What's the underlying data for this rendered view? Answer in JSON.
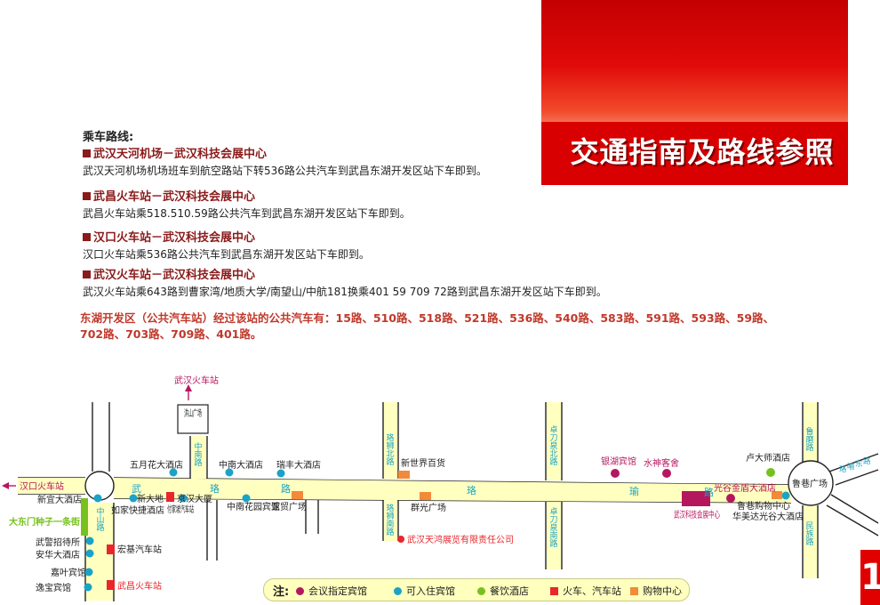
{
  "header": {
    "title": "交通指南及路线参照"
  },
  "routes_heading": "乘车路线:",
  "routes": [
    {
      "title": "武汉天河机场－武汉科技会展中心",
      "desc": "武汉天河机场机场班车到航空路站下转536路公共汽车到武昌东湖开发区站下车即到。"
    },
    {
      "title": "武昌火车站－武汉科技会展中心",
      "desc": "武昌火车站乘518.510.59路公共汽车到武昌东湖开发区站下车即到。"
    },
    {
      "title": "汉口火车站－武汉科技会展中心",
      "desc": "汉口火车站乘536路公共汽车到武昌东湖开发区站下车即到。"
    },
    {
      "title": "武汉火车站－武汉科技会展中心",
      "desc": "武汉火车站乘643路到曹家湾/地质大学/南望山/中航181换乘401 59 709 72路到武昌东湖开发区站下车即到。"
    }
  ],
  "bus_info": "东湖开发区（公共汽车站）经过该站的公共汽车有：15路、510路、518路、521路、536路、540路、583路、591路、593路、59路、702路、703路、709路、401路。",
  "page_number": "1",
  "colors": {
    "accent_red": "#d80000",
    "road_fill": "#ffffc0",
    "venue": "#b5175f",
    "hotel": "#1aa3c6",
    "restaurant": "#77c11e",
    "station": "#e8262b",
    "shopping": "#f28a3a"
  },
  "map": {
    "roads": {
      "main_road": [
        "武",
        "珞",
        "路",
        "珞",
        "瑜",
        "路"
      ],
      "zhongshan_road": [
        "中",
        "山",
        "路"
      ],
      "zhongnan_road": [
        "中",
        "南",
        "路"
      ],
      "luoshi_north": [
        "珞",
        "狮",
        "北",
        "路"
      ],
      "luoshi_south": [
        "珞",
        "狮",
        "南",
        "路"
      ],
      "zhuodaoquan_north": [
        "卓",
        "刀",
        "泉",
        "北",
        "路"
      ],
      "zhuodaoquan_south": [
        "卓",
        "刀",
        "泉",
        "南",
        "路"
      ],
      "luyu_east": [
        "珞",
        "喻",
        "东",
        "路"
      ],
      "lumo_road": [
        "鲁",
        "磨",
        "路"
      ],
      "minzu_road": [
        "民",
        "族",
        "路"
      ]
    },
    "directions": {
      "north": "武汉火车站",
      "west": "汉口火车站"
    },
    "places": {
      "hongshan_square": "洪山广场",
      "wuhan_venue": "武汉科技会展中心",
      "lugang_square": "鲁巷广场",
      "wuyuehua": "五月花大酒店",
      "zhongnan_hotel": "中南大酒店",
      "ruifeng": "瑞丰大酒店",
      "xinshijie": "新世界百货",
      "yinhu": "银湖宾馆",
      "shuishen": "水神客舍",
      "luda": "卢大师酒店",
      "guanggu_jindun": "光谷金盾大酒店",
      "lugang_mall": "鲁巷购物中心",
      "huameida": "华美达光谷大酒店",
      "xinyi": "新宜大酒店",
      "xindadi": "新大地",
      "rujia": "如家快捷酒店",
      "jingtai": "京汉大厦",
      "fujiapo": "付家坡汽车站",
      "zhongnan_garden": "中南花园宾馆",
      "yamao": "亚贸广场",
      "qunguang": "群光广场",
      "tianhong": "武汉天鸿展览有限责任公司",
      "dadongmen": "大东门种子一条街",
      "wujing": "武警招待所",
      "anhua": "安华大酒店",
      "hongji": "宏基汽车站",
      "jiaye": "嘉叶宾馆",
      "yibao": "逸宝宾馆",
      "wuchang_station": "武昌火车站"
    }
  },
  "legend": {
    "note": "注:",
    "items": [
      {
        "label": "会议指定宾馆",
        "color": "#b5175f",
        "shape": "dot"
      },
      {
        "label": "可入住宾馆",
        "color": "#1aa3c6",
        "shape": "dot"
      },
      {
        "label": "餐饮酒店",
        "color": "#77c11e",
        "shape": "dot"
      },
      {
        "label": "火车、汽车站",
        "color": "#e8262b",
        "shape": "square"
      },
      {
        "label": "购物中心",
        "color": "#f28a3a",
        "shape": "square"
      }
    ]
  }
}
